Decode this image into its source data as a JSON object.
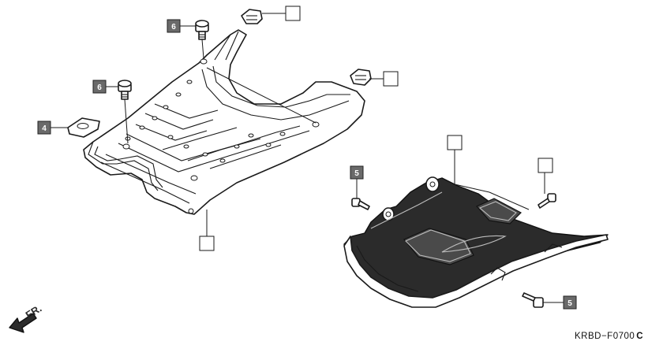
{
  "callouts": {
    "c4": "4",
    "c5_left": "5",
    "c5_bottom": "5",
    "c6_top": "6",
    "c6_mid": "6"
  },
  "direction_label": "FR.",
  "diagram_code": "KRBD−F0700",
  "diagram_code_suffix": "C",
  "colors": {
    "line": "#1a1a1a",
    "callout_fill": "#6a6a6a",
    "cover_fill": "#2b2b2b"
  }
}
